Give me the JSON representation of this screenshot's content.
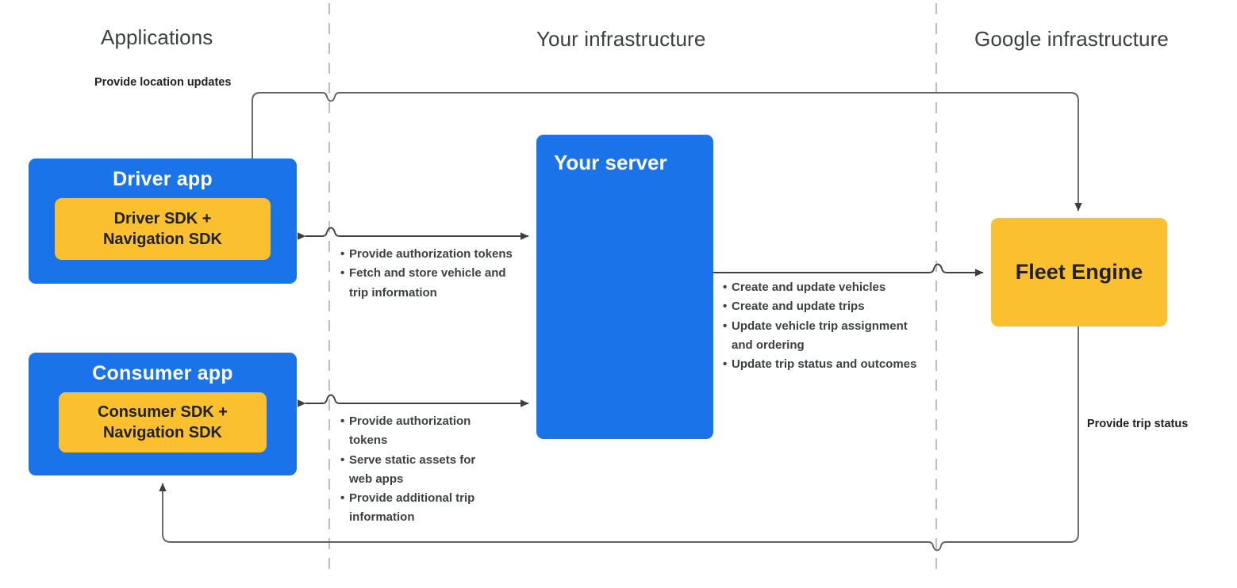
{
  "zones": [
    {
      "id": "applications",
      "label": "Applications"
    },
    {
      "id": "your-infrastructure",
      "label": "Your infrastructure"
    },
    {
      "id": "google-infrastructure",
      "label": "Google infrastructure"
    }
  ],
  "nodes": {
    "driver_app": {
      "title": "Driver app",
      "sdk": "Driver SDK +\nNavigation SDK"
    },
    "consumer_app": {
      "title": "Consumer app",
      "sdk": "Consumer SDK +\nNavigation SDK"
    },
    "your_server": {
      "title": "Your server"
    },
    "fleet_engine": {
      "title": "Fleet Engine"
    }
  },
  "edge_labels": {
    "provide_location_updates": "Provide location updates",
    "provide_trip_status": "Provide trip status"
  },
  "bullet_groups": {
    "driver_server": [
      "Provide authorization tokens",
      "Fetch and store vehicle and trip information"
    ],
    "server_fleet_engine": [
      "Create and update vehicles",
      "Create and update trips",
      "Update vehicle trip assignment and ordering",
      "Update trip status and outcomes"
    ],
    "consumer_server": [
      "Provide authorization tokens",
      "Serve static assets for web apps",
      "Provide additional trip information"
    ]
  },
  "colors": {
    "blue": "#1a73e8",
    "yellow": "#fbc02d",
    "text_dark": "#202124",
    "zone_title": "#3c4043",
    "connector": "#5f6368",
    "divider": "#bdc1c6"
  },
  "bullet_marker": "•"
}
